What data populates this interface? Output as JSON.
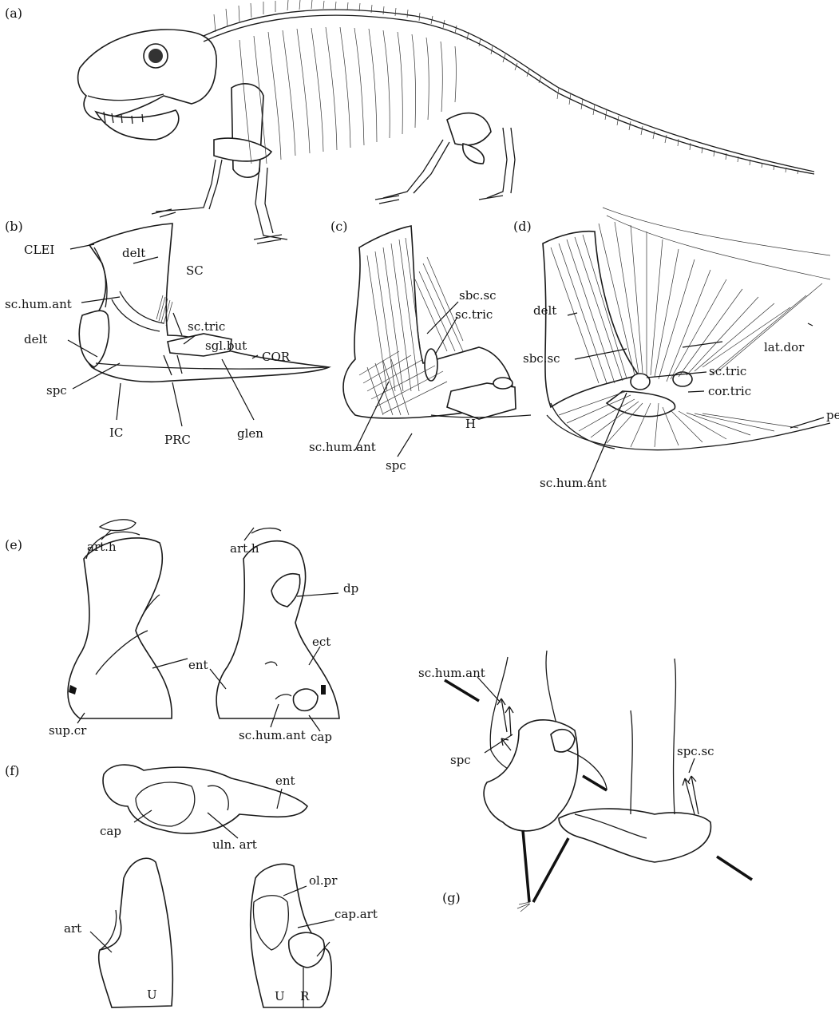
{
  "panels": {
    "a": {
      "letter": "(a)"
    },
    "b": {
      "letter": "(b)",
      "labels": {
        "clei": "CLEI",
        "delt_top": "delt",
        "sc": "SC",
        "sc_hum_ant": "sc.hum.ant",
        "sc_tric": "sc.tric",
        "sgl_but": "sgl.but",
        "delt_left": "delt",
        "cor": "COR",
        "spc": "spc",
        "ic": "IC",
        "prc": "PRC",
        "glen": "glen"
      }
    },
    "c": {
      "letter": "(c)",
      "labels": {
        "sbc_sc": "sbc.sc",
        "sc_tric": "sc.tric",
        "h": "H",
        "sc_hum_ant": "sc.hum.ant",
        "spc": "spc"
      }
    },
    "d": {
      "letter": "(d)",
      "labels": {
        "delt": "delt",
        "lat_dor": "lat.dor",
        "sbc_sc": "sbc.sc",
        "sc_tric": "sc.tric",
        "cor_tric": "cor.tric",
        "pect": "pect",
        "sc_hum_ant": "sc.hum.ant"
      }
    },
    "e": {
      "letter": "(e)",
      "labels": {
        "art_h_1": "art.h",
        "art_h_2": "art.h",
        "dp": "dp",
        "ect": "ect",
        "ent": "ent",
        "sup_cr": "sup.cr",
        "sc_hum_ant": "sc.hum.ant",
        "cap": "cap"
      }
    },
    "f": {
      "letter": "(f)",
      "labels": {
        "ent": "ent",
        "cap": "cap",
        "uln_art": "uln. art",
        "ol_pr": "ol.pr",
        "cap_art": "cap.art",
        "art": "art",
        "u1": "U",
        "u2": "U",
        "r": "R"
      }
    },
    "g": {
      "letter": "(g)",
      "labels": {
        "sc_hum_ant": "sc.hum.ant",
        "spc": "spc",
        "spc_sc": "spc.sc"
      }
    }
  }
}
